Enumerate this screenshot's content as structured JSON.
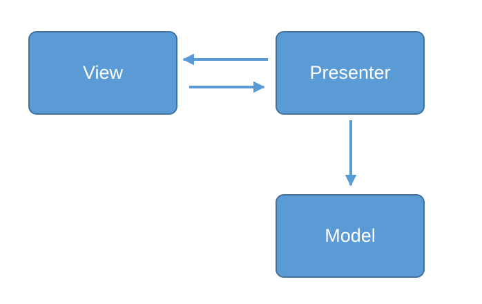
{
  "diagram": {
    "nodes": {
      "view": {
        "label": "View"
      },
      "presenter": {
        "label": "Presenter"
      },
      "model": {
        "label": "Model"
      }
    },
    "edges": [
      {
        "from": "Presenter",
        "to": "View"
      },
      {
        "from": "View",
        "to": "Presenter"
      },
      {
        "from": "Presenter",
        "to": "Model"
      }
    ]
  },
  "colors": {
    "node_fill": "#5B9BD5",
    "node_border": "#41719C",
    "arrow": "#5B9BD5",
    "label": "#FFFFFF"
  }
}
